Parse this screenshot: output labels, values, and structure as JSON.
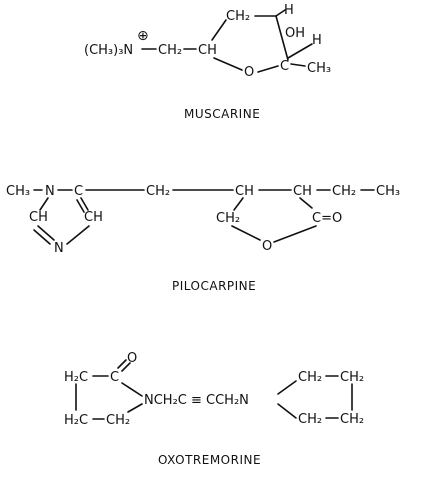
{
  "figure": {
    "muscarine": {
      "name": "MUSCARINE",
      "trimethyl_group": "(CH₃)₃N",
      "charge": "⊕",
      "ch2_chain": "CH₂",
      "ring_ch": "CH",
      "ring_ch2": "CH₂",
      "ring_o": "O",
      "ring_carbon": "C",
      "oh": "OH",
      "h_top": "H",
      "h_right": "H",
      "methyl": "CH₃"
    },
    "pilocarpine": {
      "name": "PILOCARPINE",
      "n_methyl": "CH₃",
      "n1": "N",
      "c_top": "C",
      "ch_left": "CH",
      "ch_right": "CH",
      "n_bottom": "N",
      "bridge_ch2": "CH₂",
      "ring_ch_left": "CH",
      "ring_ch_right": "CH",
      "ring_ch2": "CH₂",
      "carbonyl": "C=O",
      "ring_o": "O",
      "ethyl_ch2": "CH₂",
      "ethyl_ch3": "CH₃"
    },
    "oxotremorine": {
      "name": "OXOTREMORINE",
      "carbonyl_o": "O",
      "h2c_top": "H₂C",
      "c_carbonyl": "C",
      "h2c_bottom": "H₂C",
      "ch2_ring_bottom": "CH₂",
      "chain": "NCH₂C ≡ CCH₂N",
      "pyr_ch2_top_left": "CH₂",
      "pyr_ch2_top_right": "CH₂",
      "pyr_ch2_bottom_left": "CH₂",
      "pyr_ch2_bottom_right": "CH₂"
    }
  }
}
